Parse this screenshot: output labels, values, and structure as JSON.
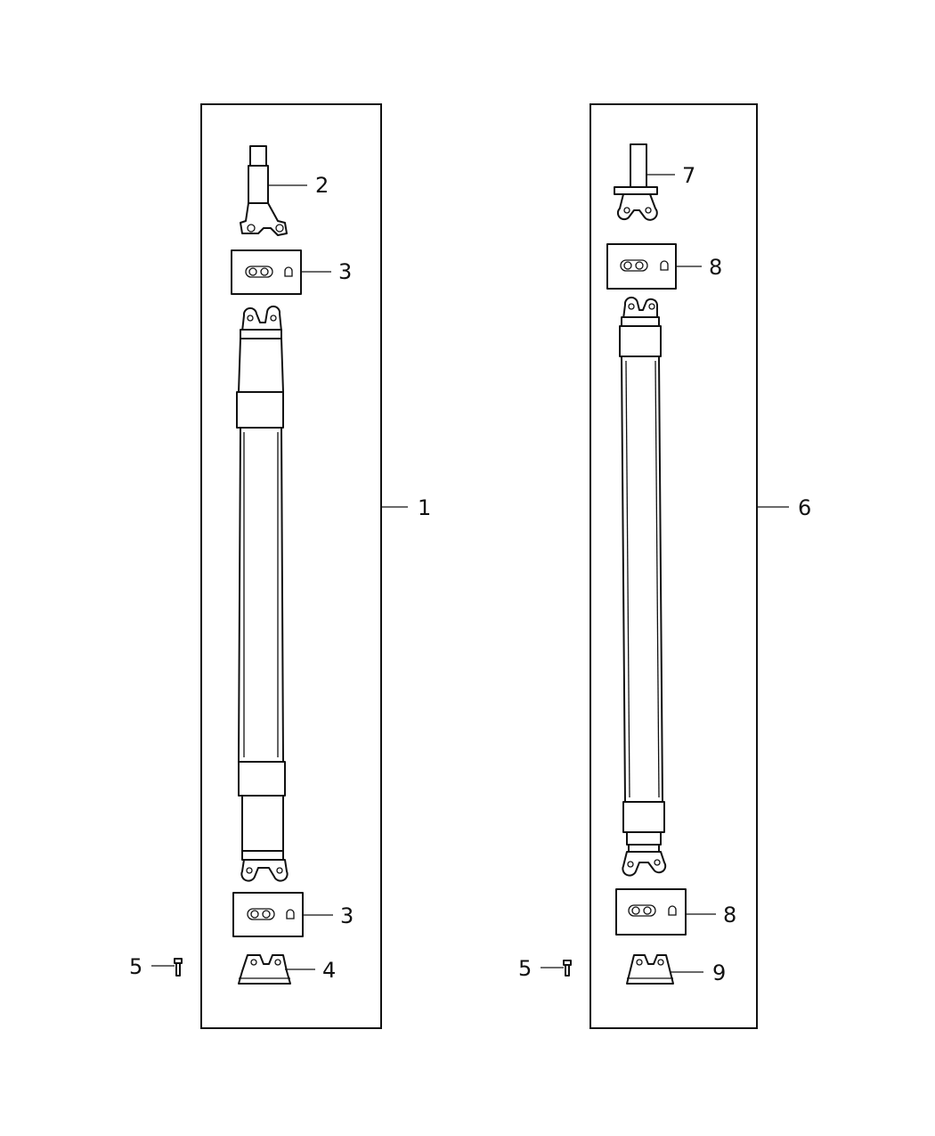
{
  "diagram": {
    "callouts": {
      "c1": "1",
      "c2": "2",
      "c3a": "3",
      "c3b": "3",
      "c4": "4",
      "c5a": "5",
      "c5b": "5",
      "c6": "6",
      "c7": "7",
      "c8a": "8",
      "c8b": "8",
      "c9": "9"
    },
    "line_color": "#111111",
    "background": "#ffffff"
  }
}
